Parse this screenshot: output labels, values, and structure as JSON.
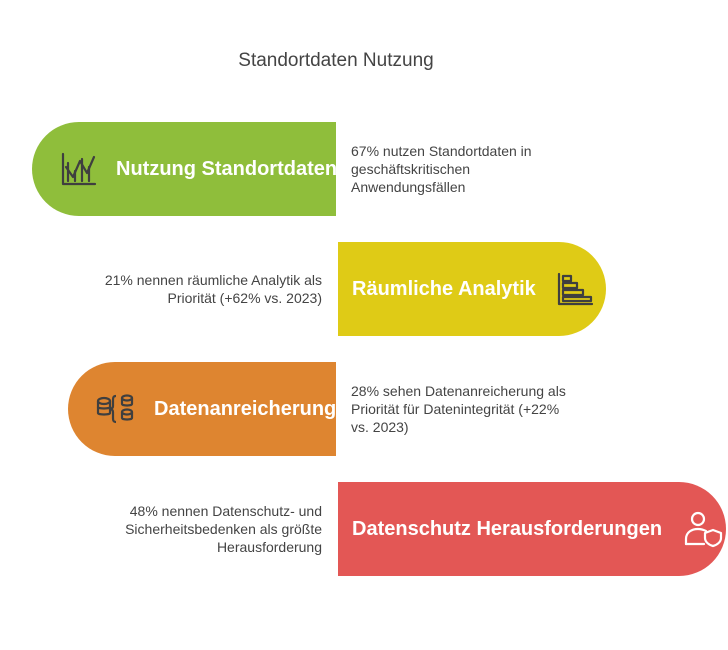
{
  "title": "Standortdaten Nutzung",
  "colors": {
    "green": "#8fbe3b",
    "yellow": "#dfcb16",
    "orange": "#de8530",
    "red": "#e35755",
    "icon_dark": "#3f3f3f"
  },
  "items": [
    {
      "label": "Nutzung Standortdaten",
      "icon": "chart-icon",
      "text": "67% nutzen Standortdaten in geschäftskritischen Anwendungsfällen"
    },
    {
      "label": "Räumliche Analytik",
      "icon": "bar-chart-icon",
      "text": "21% nennen räumliche Analytik als Priorität (+62% vs. 2023)"
    },
    {
      "label": "Datenanreicherung",
      "icon": "database-icon",
      "text": "28% sehen Datenanreicherung als Priorität für Datenintegrität (+22% vs. 2023)"
    },
    {
      "label": "Datenschutz Herausforderungen",
      "icon": "user-shield-icon",
      "text": "48% nennen Datenschutz- und Sicherheitsbedenken als größte Herausforderung"
    }
  ]
}
